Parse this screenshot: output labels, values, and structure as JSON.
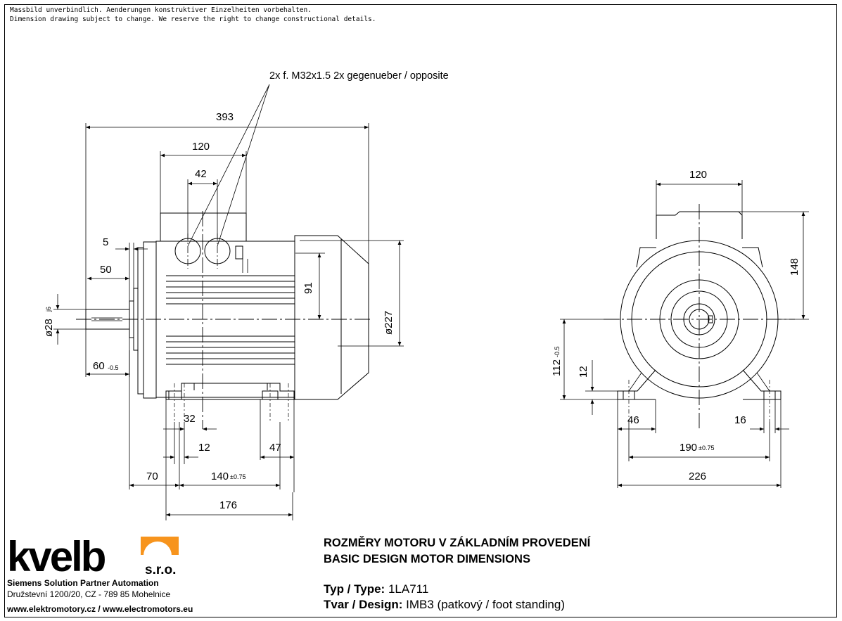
{
  "header": {
    "note_de": "Massbild unverbindlich. Aenderungen konstruktiver Einzelheiten vorbehalten.",
    "note_en": "Dimension drawing subject to change. We reserve the right to change constructional details."
  },
  "callout": "2x f. M32x1.5  2x gegenueber / opposite",
  "side_view": {
    "overall_length": "393",
    "terminal_box_width": "120",
    "gland_spacing": "42",
    "flange_offset": "5",
    "shaft_length": "50",
    "shaft_diameter": "ø28",
    "shaft_tolerance": "j6",
    "shaft_to_flange": "60",
    "shaft_to_flange_tol": "-0.5",
    "axis_height_to_box": "91",
    "motor_diameter": "ø227",
    "foot_hole_offset": "32",
    "foot_hole_dia": "12",
    "foot_length": "47",
    "flange_to_foot": "70",
    "foot_spacing": "140",
    "foot_spacing_tol": "±0.75",
    "foot_overall": "176"
  },
  "end_view": {
    "terminal_box_width": "120",
    "height_above_axis": "148",
    "shaft_height": "112",
    "shaft_height_tol": "-0.5",
    "foot_thickness": "12",
    "foot_width": "46",
    "hole_dia": "16",
    "foot_spacing": "190",
    "foot_spacing_tol": "±0.75",
    "overall_width": "226"
  },
  "title": {
    "line_cz": "ROZMĚRY MOTORU V ZÁKLADNÍM PROVEDENÍ",
    "line_en": "BASIC DESIGN MOTOR DIMENSIONS",
    "type_label": "Typ / Type:",
    "type_value": "1LA711",
    "design_label": "Tvar / Design:",
    "design_value": "IMB3 (patkový / foot standing)"
  },
  "company": {
    "logo_text": "kvelb",
    "logo_suffix": "s.r.o.",
    "tagline": "Siemens Solution Partner Automation",
    "address": "Družstevní 1200/20, CZ - 789 85 Mohelnice",
    "websites": "www.elektromotory.cz / www.electromotors.eu",
    "accent_color": "#f7941d",
    "logo_color": "#6d6e71"
  }
}
